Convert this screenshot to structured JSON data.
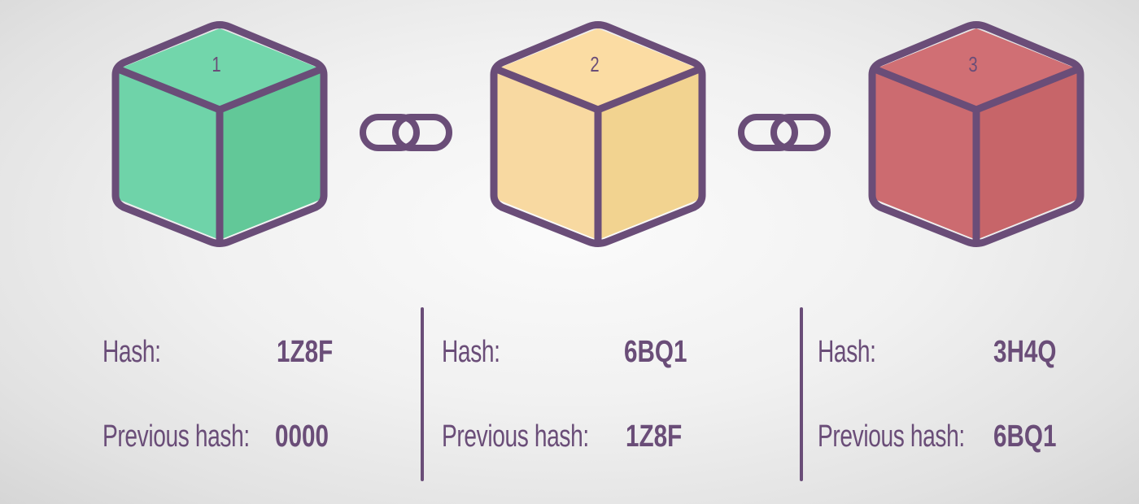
{
  "colors": {
    "outline": "#6a4d78",
    "block_1_front": "#6fd3a9",
    "block_1_top": "#72d6ab",
    "block_1_side": "#62c898",
    "block_2_front": "#f8d9a1",
    "block_2_top": "#fbdca3",
    "block_2_side": "#f2d390",
    "block_3_front": "#cc6b70",
    "block_3_top": "#d06f74",
    "block_3_side": "#c76569",
    "background": "#efefef"
  },
  "blocks": [
    {
      "number": "1",
      "hash_label": "Hash:",
      "hash": "1Z8F",
      "prev_label": "Previous hash:",
      "prev_hash": "0000"
    },
    {
      "number": "2",
      "hash_label": "Hash:",
      "hash": "6BQ1",
      "prev_label": "Previous hash:",
      "prev_hash": "1Z8F"
    },
    {
      "number": "3",
      "hash_label": "Hash:",
      "hash": "3H4Q",
      "prev_label": "Previous hash:",
      "prev_hash": "6BQ1"
    }
  ],
  "links": [
    {
      "icon": "chain-link-icon"
    },
    {
      "icon": "chain-link-icon"
    }
  ]
}
